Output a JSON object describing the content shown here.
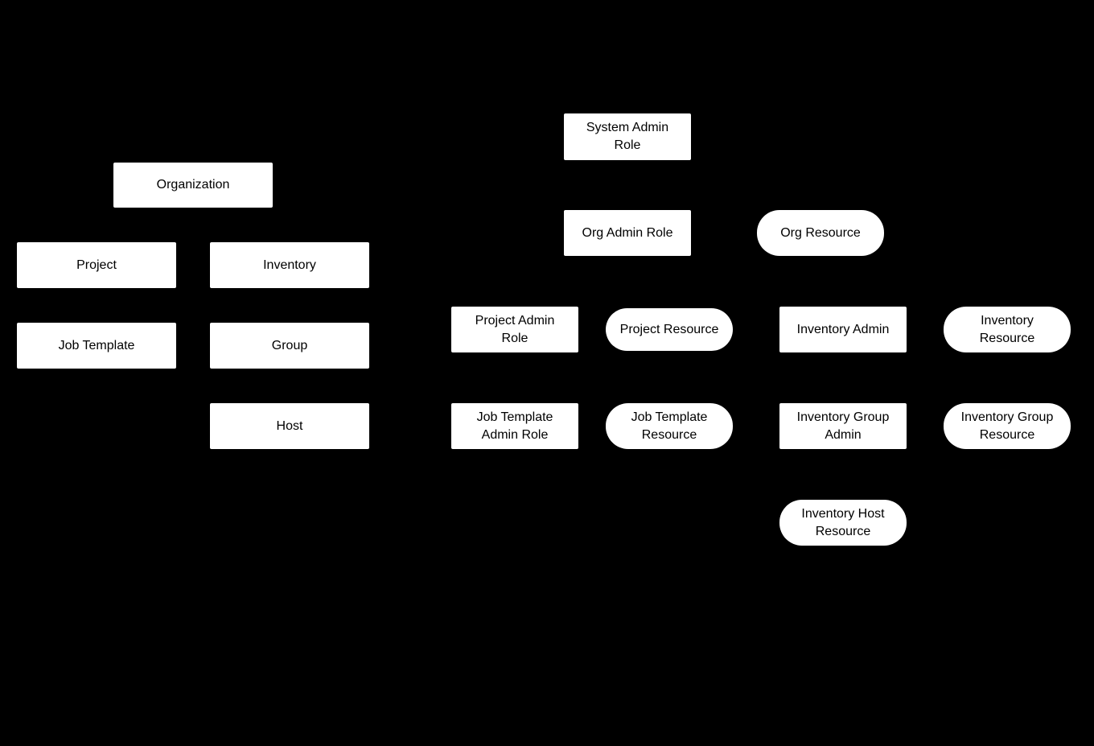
{
  "diagram": {
    "colors": {
      "background": "#000000",
      "node_fill": "#ffffff",
      "node_text": "#000000"
    },
    "nodes": {
      "organization": {
        "label": "Organization",
        "shape": "rectangle"
      },
      "project": {
        "label": "Project",
        "shape": "rectangle"
      },
      "inventory": {
        "label": "Inventory",
        "shape": "rectangle"
      },
      "job_template": {
        "label": "Job Template",
        "shape": "rectangle"
      },
      "group": {
        "label": "Group",
        "shape": "rectangle"
      },
      "host": {
        "label": "Host",
        "shape": "rectangle"
      },
      "system_admin_role": {
        "label": "System Admin Role",
        "shape": "rectangle"
      },
      "org_admin_role": {
        "label": "Org Admin Role",
        "shape": "rectangle"
      },
      "org_resource": {
        "label": "Org Resource",
        "shape": "pill"
      },
      "project_admin_role": {
        "label": "Project Admin Role",
        "shape": "rectangle"
      },
      "project_resource": {
        "label": "Project Resource",
        "shape": "pill"
      },
      "inventory_admin": {
        "label": "Inventory Admin",
        "shape": "rectangle"
      },
      "inventory_resource": {
        "label": "Inventory Resource",
        "shape": "pill"
      },
      "job_template_admin_role": {
        "label": "Job Template Admin Role",
        "shape": "rectangle"
      },
      "job_template_resource": {
        "label": "Job Template Resource",
        "shape": "pill"
      },
      "inventory_group_admin": {
        "label": "Inventory Group Admin",
        "shape": "rectangle"
      },
      "inventory_group_resource": {
        "label": "Inventory Group Resource",
        "shape": "pill"
      },
      "inventory_host_resource": {
        "label": "Inventory Host Resource",
        "shape": "pill"
      }
    }
  }
}
